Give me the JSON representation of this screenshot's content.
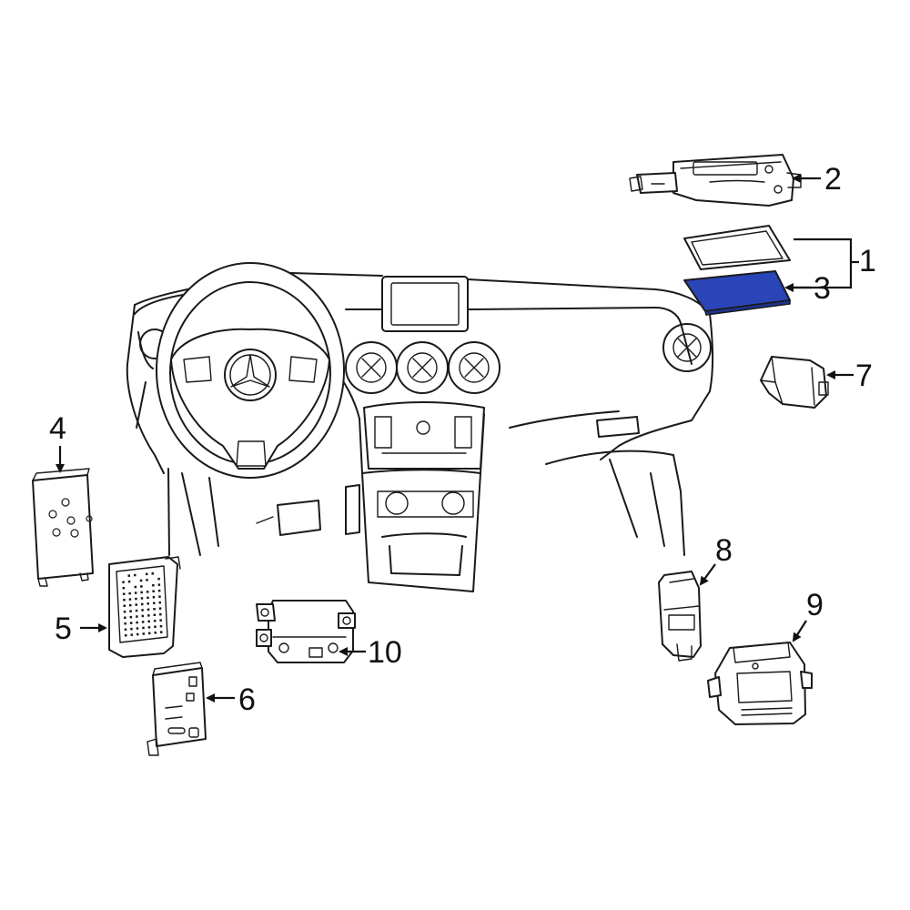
{
  "diagram": {
    "highlight_color": "#2a45b8",
    "line_color": "#1a1a1a",
    "background": "#ffffff",
    "callouts": [
      {
        "id": "1",
        "label": "1"
      },
      {
        "id": "2",
        "label": "2"
      },
      {
        "id": "3",
        "label": "3"
      },
      {
        "id": "4",
        "label": "4"
      },
      {
        "id": "5",
        "label": "5"
      },
      {
        "id": "6",
        "label": "6"
      },
      {
        "id": "7",
        "label": "7"
      },
      {
        "id": "8",
        "label": "8"
      },
      {
        "id": "9",
        "label": "9"
      },
      {
        "id": "10",
        "label": "10"
      }
    ],
    "highlighted_part": "3"
  }
}
